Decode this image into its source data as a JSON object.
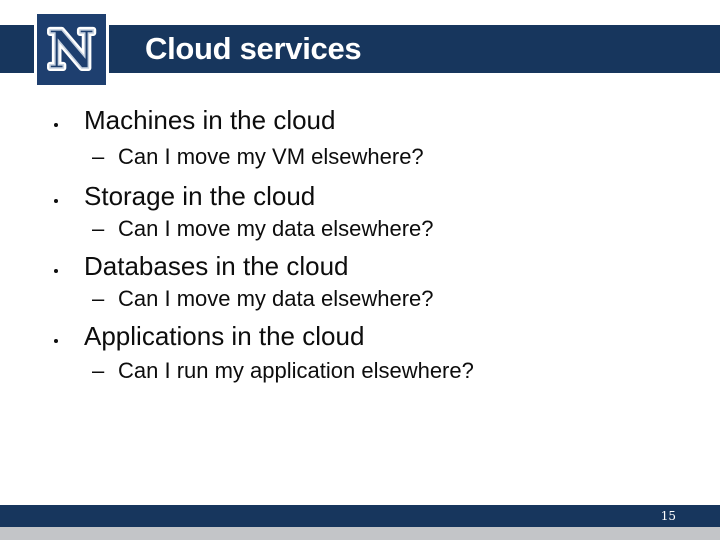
{
  "slide": {
    "header": {
      "title": "Cloud services",
      "logo_letter": "N"
    },
    "markers": {
      "bullet": "•",
      "dash": "–"
    },
    "bullets": [
      {
        "text": "Machines in the cloud",
        "sub": "Can I move my VM elsewhere?"
      },
      {
        "text": "Storage in the cloud",
        "sub": "Can I move my data elsewhere?"
      },
      {
        "text": "Databases in the cloud",
        "sub": "Can I move my data elsewhere?"
      },
      {
        "text": "Applications in the cloud",
        "sub": "Can I run my application elsewhere?"
      }
    ],
    "footer": {
      "page_number": "15"
    },
    "colors": {
      "navy": "#17365d",
      "logo_navy": "#1e3f6f",
      "footer_gray": "#c3c5c8",
      "title_text": "#ffffff",
      "body_text": "#0d0d0d"
    }
  }
}
